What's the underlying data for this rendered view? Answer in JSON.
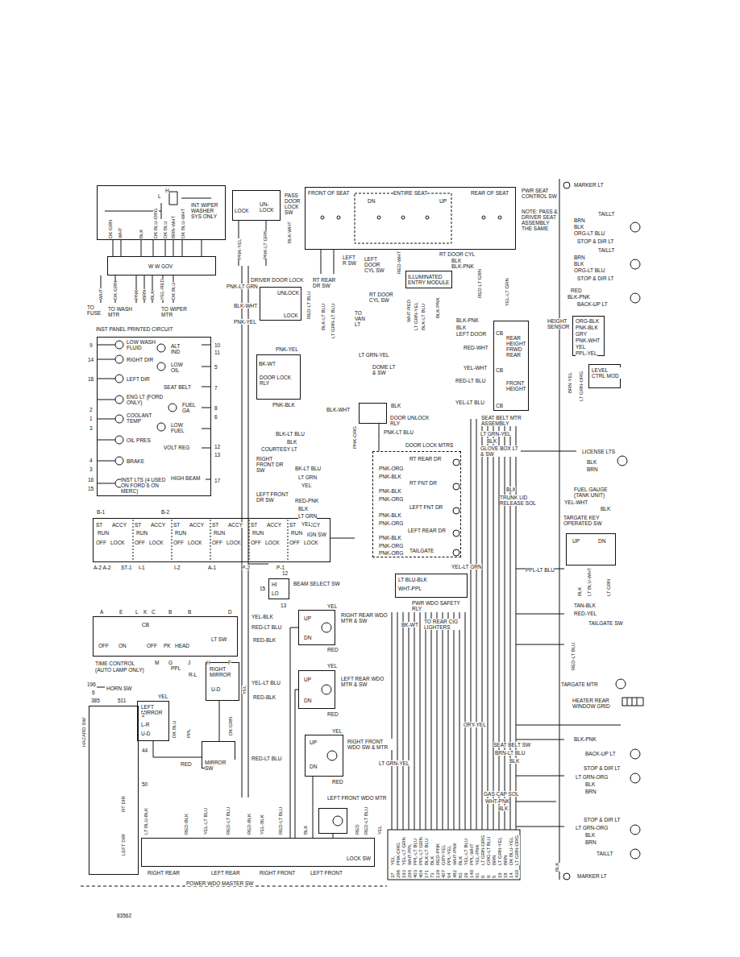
{
  "diagram": {
    "nodes": [
      {
        "text": [
          "INT WIPER WASHER SYS ONLY"
        ]
      },
      {
        "text": [
          "W W GOV"
        ]
      },
      {
        "text": [
          "INST PANEL PRINTED CIRCUIT"
        ]
      },
      {
        "text": [
          "IGN SW"
        ]
      },
      {
        "text": [
          "BEAM SELECT SW"
        ]
      },
      {
        "text": [
          "TIME CONTROL",
          "(AUTO LAMP ONLY)"
        ]
      },
      {
        "text": [
          "RIGHT MIRROR"
        ]
      },
      {
        "text": [
          "LEFT MIRROR"
        ]
      },
      {
        "text": [
          "MIRROR SW"
        ]
      },
      {
        "text": [
          "HAZARD SW"
        ]
      },
      {
        "text": [
          "RIGHT REAR WDO MTR & SW"
        ]
      },
      {
        "text": [
          "LEFT REAR WDO MTR & SW"
        ]
      },
      {
        "text": [
          "RIGHT FRONT WDO SW & MTR"
        ]
      },
      {
        "text": [
          "LEFT FRONT WDO MTR"
        ]
      },
      {
        "text": [
          "POWER WDO MASTER SW"
        ]
      },
      {
        "text": [
          "PASS DOOR LOCK SW"
        ]
      },
      {
        "text": [
          "DRIVER DOOR LOCK"
        ]
      },
      {
        "text": [
          "DOOR LOCK RLY"
        ]
      },
      {
        "text": [
          "DOOR UNLOCK RLY"
        ]
      },
      {
        "text": [
          "PWR SEAT CONTROL SW",
          "NOTE: PASS & DRIVER SEAT ASSEMBLY THE SAME"
        ]
      },
      {
        "text": [
          "ILLUMINATED ENTRY MODULE"
        ]
      },
      {
        "text": [
          "DOOR LOCK MTRS"
        ]
      },
      {
        "text": [
          "PWR WDO SAFETY RLY"
        ]
      },
      {
        "text": [
          "SEAT BELT MTR ASSEMBLY"
        ]
      },
      {
        "text": [
          "HEIGHT SENSOR"
        ]
      },
      {
        "text": [
          "LEVEL CTRL MOD"
        ]
      },
      {
        "text": [
          "TARGATE KEY OPERATED SW"
        ]
      }
    ],
    "edges": [
      {
        "from": 6,
        "to": 8,
        "arrow": "none"
      },
      {
        "from": 7,
        "to": 8,
        "arrow": "none"
      },
      {
        "from": 14,
        "to": 10,
        "arrow": "none"
      },
      {
        "from": 14,
        "to": 11,
        "arrow": "none"
      },
      {
        "from": 14,
        "to": 12,
        "arrow": "none"
      },
      {
        "from": 14,
        "to": 13,
        "arrow": "none"
      },
      {
        "from": 18,
        "to": 21,
        "arrow": "none"
      }
    ],
    "labels": [
      "H",
      "L",
      "DK GRN",
      "WHT",
      "BLK",
      "DK BLU-ORG",
      "DK BLU",
      "BRN-WHT",
      "DK BLU-WHT",
      "WHT",
      "DK GRN",
      "PNK",
      "BRN",
      "BLK",
      "YEL-RED",
      "DK BLU",
      "TO FUSE",
      "TO WASH MTR",
      "TO WIPER MTR",
      "LOW WASH FLUID",
      "RIGHT DIR",
      "LEFT DIR",
      "ENG LT (FORD ONLY)",
      "COOLANT TEMP",
      "OIL PRES",
      "BRAKE",
      "INST LTS (4 USED ON FORD 6 ON MERC)",
      "ALT IND",
      "LOW OIL",
      "SEAT BELT",
      "FUEL GA",
      "LOW FUEL",
      "VOLT REG",
      "HIGH BEAM",
      "9",
      "14",
      "18",
      "2",
      "1",
      "3",
      "4",
      "3",
      "16",
      "15",
      "10",
      "11",
      "5",
      "7",
      "8",
      "6",
      "12",
      "13",
      "17",
      "B-1",
      "B-2",
      "ST",
      "ACCY",
      "RUN",
      "OFF",
      "LOCK",
      "ST",
      "ACCY",
      "RUN",
      "OFF",
      "LOCK",
      "ST",
      "ACCY",
      "RUN",
      "OFF",
      "LOCK",
      "ST",
      "ACCY",
      "RUN",
      "OFF",
      "LOCK",
      "ST",
      "ACCY",
      "RUN",
      "OFF",
      "LOCK",
      "ST",
      "ACCY",
      "RUN",
      "OFF",
      "LOCK",
      "A-2 A-2",
      "ST-1",
      "I-1",
      "I-2",
      "A-1",
      "P-2",
      "P-1",
      "12",
      "15",
      "HI",
      "LO",
      "13",
      "A",
      "E",
      "L",
      "K",
      "C",
      "B",
      "B",
      "D",
      "CB",
      "OFF",
      "ON",
      "OFF",
      "PK",
      "HEAD",
      "LT SW",
      "M",
      "G",
      "J",
      "H",
      "F",
      "196",
      "6",
      "HORN SW",
      "385",
      "511",
      "2",
      "44",
      "50",
      "RT DIR",
      "LEFT DIR",
      "PPL",
      "R-L",
      "U-D",
      "YEL",
      "YEL",
      "L-R",
      "U-D",
      "DK BLU",
      "PPL",
      "DK GRN",
      "RED",
      "YEL-BLK",
      "RED-LT BLU",
      "RED-BLK",
      "UP",
      "DN",
      "YEL",
      "RED",
      "YEL-LT BLU",
      "RED-BLK",
      "UP",
      "DN",
      "YEL",
      "RED",
      "RED-LT BLU",
      "UP",
      "DN",
      "YEL",
      "RED",
      "LT GRN-YEL",
      "LT BLU-BLK",
      "RED-BLK",
      "YEL-LT BLU",
      "RED-LT BLU",
      "RED-BLK",
      "YEL-BLK",
      "RED-LT BLU",
      "BLK",
      "RED",
      "RED-LT BLU",
      "YEL",
      "RIGHT REAR",
      "LEFT REAR",
      "RIGHT FRONT",
      "LEFT FRONT",
      "LOCK SW",
      "LT BLU-BLK",
      "WHT-PPL",
      "YEL-LT GRN",
      "BK-WT",
      "TO REAR CIG LIGHTERS",
      "RT REAR DR",
      "PNK-ORG",
      "PNK-BLK",
      "RT FNT DR",
      "PNK-BLK",
      "PNK-ORG",
      "LEFT FNT DR",
      "PNK-BLK",
      "PNK-ORG",
      "LEFT REAR DR",
      "PNK-BLK",
      "PNK-ORG",
      "TAILGATE",
      "PNK-ORG",
      "RIGHT FRONT DR SW",
      "BK-LT BLU",
      "LT GRN",
      "YEL",
      "LEFT FRONT DR SW",
      "RED-PNK",
      "BLK",
      "LT GRN",
      "YEL",
      "BLK-LT BLU",
      "BLK",
      "COURTESY LT",
      "UNLOCK",
      "LOCK",
      "PNK-LT GRN",
      "BLK-WHT",
      "PNK-YEL",
      "PNK-YEL",
      "BK-WT",
      "PNK-BLK",
      "BLK",
      "BLK-WHT",
      "PNK-ORG",
      "PNK-LT BLU",
      "LOCK",
      "UN-LOCK",
      "PNK-YEL",
      "PNK-LT GRN",
      "BLK-WHT",
      "FRONT OF SEAT",
      "ENTIRE SEAT",
      "REAR OF SEAT",
      "DN",
      "UP",
      "RT REAR DR SW",
      "LEFT R SW",
      "LEFT DOOR CYL SW",
      "RT DOOR CYL",
      "BLK",
      "BLK-PNK",
      "RT DOOR CYL SW",
      "TO VAN LT",
      "RED-LT BLU",
      "BLK-LT BLU",
      "LT GRN-LT BLU",
      "WHT-RED",
      "LT GRN-YEL",
      "BLK-LT BLU",
      "BLK-PNK",
      "RED-WHT",
      "RED-LT GRN",
      "YEL-LT GRN",
      "LT GRN-YEL",
      "DOME LT & SW",
      "BLK-PNK",
      "BLK",
      "LEFT DOOR",
      "CB",
      "CB",
      "CB",
      "REAR HEIGHT FRWD REAR",
      "RED-WHT",
      "YEL-WHT",
      "RED-LT BLU",
      "FRONT HEIGHT",
      "YEL-LT BLU",
      "MARKER LT",
      "TAILLT",
      "BRN",
      "BLK",
      "ORG-LT BLU",
      "STOP & DIR LT",
      "TAILLT",
      "BRN",
      "BLK",
      "ORG-LT BLU",
      "STOP & DIR LT",
      "RED",
      "BLK-PNK",
      "BACK-UP LT",
      "ORG-BLK",
      "PNK-BLK",
      "GRY",
      "PNK-WHT",
      "YEL",
      "PPL-YEL",
      "BRN-YEL",
      "LT GRN-ORG",
      "LICENSE LTS",
      "BLK",
      "BRN",
      "LT GRN-YEL",
      "BLK",
      "GLOVE BOX LT & SW",
      "BLK",
      "TRUNK LID RELEASE SOL",
      "FUEL GAUGE (TANK UNIT)",
      "YEL-WHT",
      "BLK",
      "UP",
      "DN",
      "PPL-LT BLU",
      "BLK",
      "LT BLU-WHT",
      "LT GRN",
      "TAN-BLK",
      "RED-YEL",
      "TAILGATE SW",
      "RED-LT BLU",
      "TARGATE MTR",
      "HEATER REAR WINDOW GRID",
      "ORY-YEL",
      "BLK-PNK",
      "BACK-UP LT",
      "SEAT BELT SW",
      "BRN-LT BLU",
      "BLK",
      "STOP & DIR LT",
      "LT GRN-ORG",
      "BLK",
      "BRN",
      "GAS CAP SOL",
      "WHT-PNK",
      "BLK",
      "STOP & DIR LT",
      "LT GRN-ORG",
      "BLK",
      "BRN",
      "TAILLT",
      "BLK",
      "MARKER LT",
      "83562",
      "37",
      "YEL",
      "298",
      "PNK-ORG",
      "193",
      "YEL-LT GRN",
      "296",
      "WHT-PPL",
      "403",
      "PPL-LT BLU",
      "404",
      "PPL-LT GRN",
      "171",
      "BLK-LT BLU",
      "73",
      "BLK",
      "139",
      "RED-PNK",
      "407",
      "GRY-YEL",
      "64",
      "PPL-YEL",
      "482",
      "WHT-PNK",
      "83",
      "BLK",
      "29",
      "YEL-LT BLU",
      "140",
      "PPL-WHT",
      "61",
      "YEL-PNK",
      "0",
      "LT GRN-ORG",
      "9",
      "ORG-LT BLU",
      "5",
      "BRN",
      "19",
      "LT GRN-YEL",
      "18",
      "BRN",
      "14",
      "DK BLU-YEL",
      "430",
      "LT GRN-ORG"
    ]
  }
}
